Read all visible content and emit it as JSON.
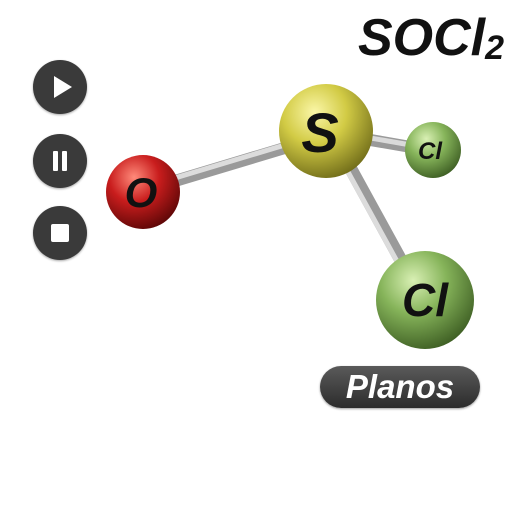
{
  "formula": {
    "base": "SOCl",
    "subscript": "2"
  },
  "controls": [
    {
      "name": "play",
      "icon": "play-icon"
    },
    {
      "name": "pause",
      "icon": "pause-icon"
    },
    {
      "name": "stop",
      "icon": "stop-icon"
    }
  ],
  "atoms": {
    "sulfur": "S",
    "oxygen": "O",
    "chlorine_back": "Cl",
    "chlorine_front": "Cl"
  },
  "colors": {
    "sulfur": "#c8c23a",
    "oxygen": "#c01818",
    "chlorine": "#7fae52",
    "bond": "#b8b8b8",
    "controls": "#3a3a3a"
  },
  "view_button": {
    "label": "Planos"
  }
}
